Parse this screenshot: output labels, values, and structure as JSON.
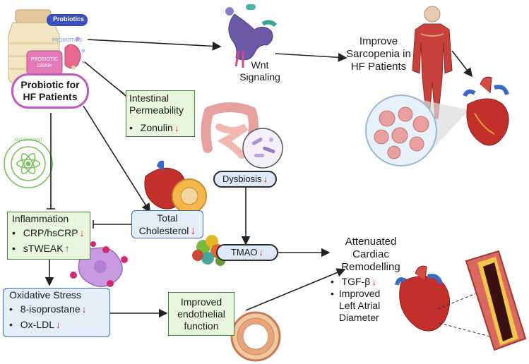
{
  "colors": {
    "down_arrow": "#d02a1e",
    "up_arrow": "#1e67c9",
    "green_box": "#e9f5dc",
    "blue_box": "#e4eef9",
    "probiotic_border": "#c05ac0"
  },
  "probiotic": {
    "title": "Probiotic for HF Patients",
    "bottle_tag": "Probiotics",
    "bottle_text": "PROBIOTICS",
    "drink_label": "PROBIOTIC DRINK"
  },
  "antioxidant_badge": "ANTIOXIDANT",
  "wnt": "Wnt Signaling",
  "sarcopenia": "Improve Sarcopenia in HF Patients",
  "intestinal": {
    "title": "Intestinal Permeability",
    "items": [
      {
        "text": "Zonulin",
        "arrow": "↓"
      }
    ]
  },
  "dysbiosis": {
    "text": "Dysbiosis",
    "arrow": "↓"
  },
  "tmao": {
    "text": "TMAO",
    "arrow": "↓"
  },
  "cholesterol": {
    "title": "Total Cholesterol",
    "arrow": "↓"
  },
  "inflammation": {
    "title": "Inflammation",
    "items": [
      {
        "text": "CRP/hsCRP",
        "arrow": "↓",
        "dir": "down"
      },
      {
        "text": "sTWEAK",
        "arrow": "↑",
        "dir": "up"
      }
    ]
  },
  "oxidative": {
    "title": "Oxidative Stress",
    "items": [
      {
        "text": "8-isoprostane",
        "arrow": "↓"
      },
      {
        "text": "Ox-LDL",
        "arrow": "↓"
      }
    ]
  },
  "endothelial": "Improved endothelial function",
  "remodelling": {
    "title": "Attenuated Cardiac Remodelling",
    "items": [
      {
        "text": "TGF-β",
        "arrow": "↓"
      },
      {
        "text": "Improved Left Atrial Diameter",
        "arrow": ""
      }
    ]
  }
}
